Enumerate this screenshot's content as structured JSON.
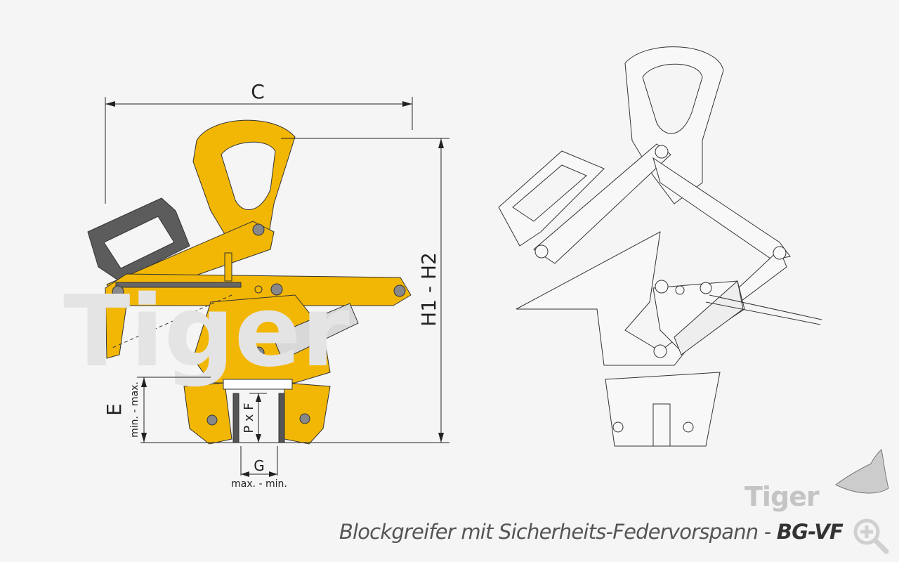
{
  "dimensions": {
    "c": "C",
    "h": "H1 - H2",
    "e": "E",
    "e_range": "min. - max.",
    "pxf": "P x F",
    "g": "G",
    "g_range": "max. - min."
  },
  "watermark": "Tiger",
  "logo": "Tiger",
  "caption": {
    "text": "Blockgreifer mit Sicherheits-Federvorspann - ",
    "model": "BG-VF"
  },
  "colors": {
    "yellow": "#F2B705",
    "handle": "#5a5a5a",
    "background": "#f5f5f5"
  },
  "icons": [
    "zoom-in-icon",
    "tiger-logo-icon"
  ]
}
